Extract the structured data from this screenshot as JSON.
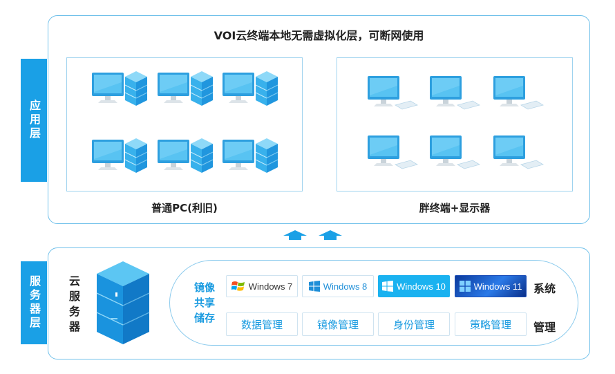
{
  "app_layer": {
    "side_label": "应用层",
    "title": "VOI云终端本地无需虚拟化层，可断网使用",
    "group_left_caption": "普通PC(利旧)",
    "group_right_caption": "胖终端+显示器"
  },
  "server_layer": {
    "side_label": "服务器层",
    "server_label": "云服务器",
    "mirror_label": "镜像共享储存",
    "os_list": [
      "Windows 7",
      "Windows 8",
      "Windows 10",
      "Windows 11"
    ],
    "os_row_label": "系统",
    "mgmt_list": [
      "数据管理",
      "镜像管理",
      "身份管理",
      "策略管理"
    ],
    "mgmt_row_label": "管理"
  },
  "colors": {
    "accent": "#1aa0e6",
    "panel_border": "#6fc0ea",
    "monitor": "#3db7ef",
    "server": "#1a93de"
  },
  "icons": [
    "monitor-icon",
    "server-tower-icon",
    "keyboard-icon",
    "up-arrow-icon",
    "windows-logo-icon"
  ]
}
